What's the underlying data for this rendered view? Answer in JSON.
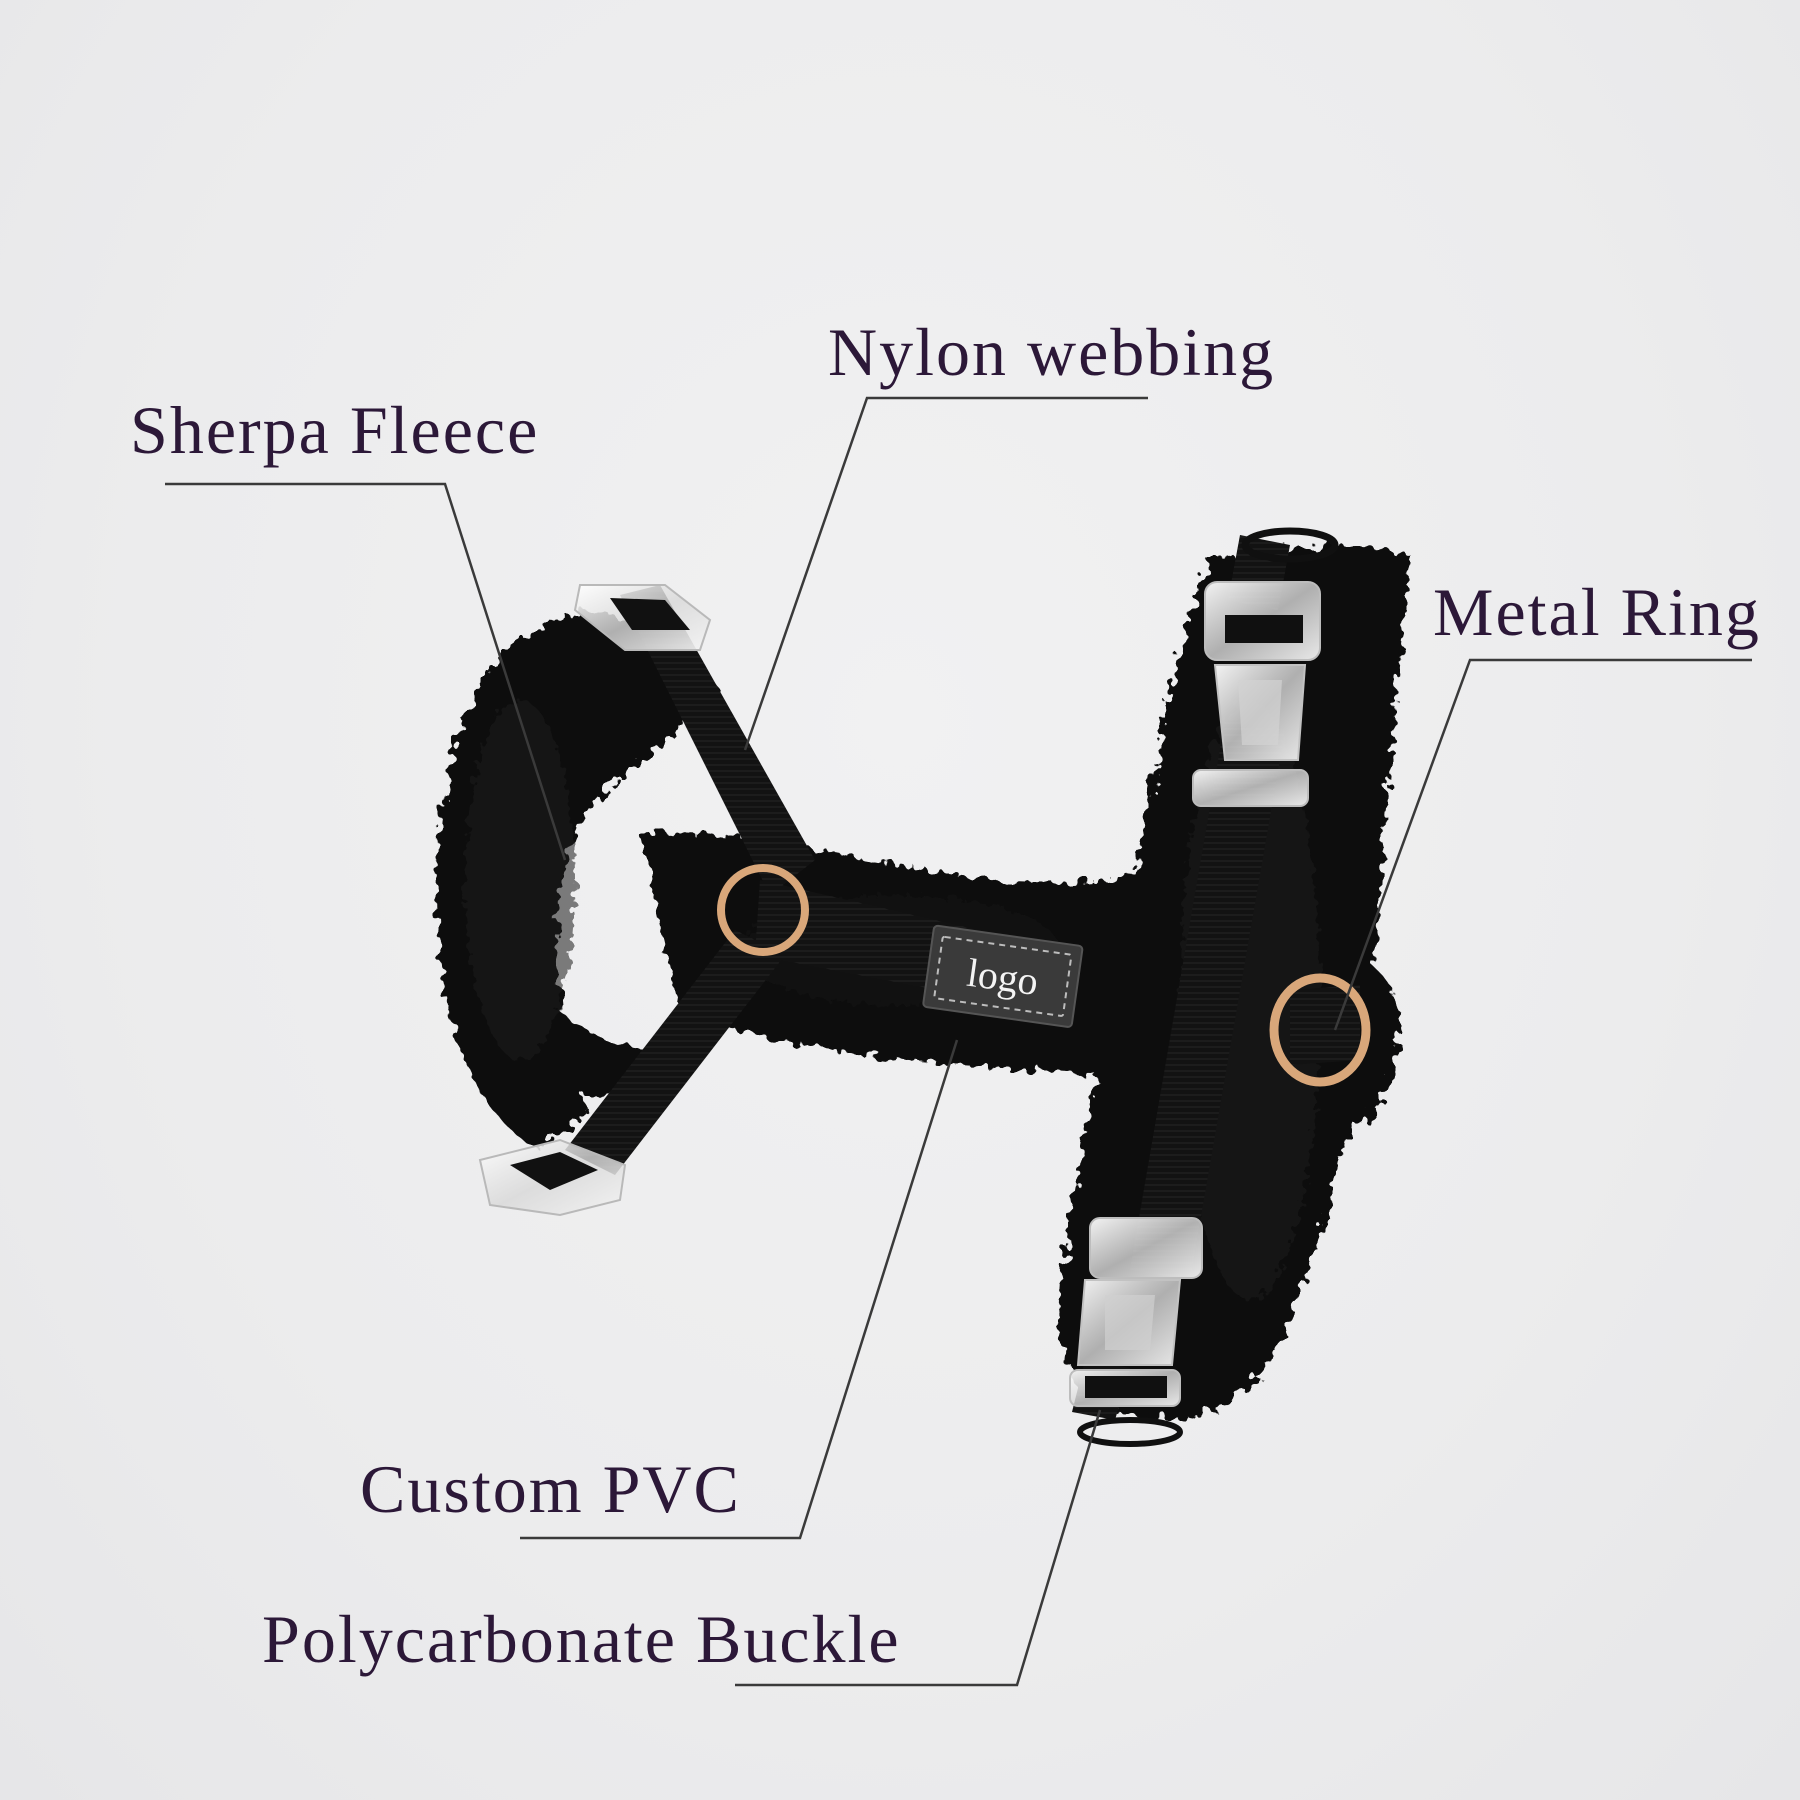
{
  "labels": {
    "nylon_webbing": "Nylon webbing",
    "sherpa_fleece": "Sherpa Fleece",
    "metal_ring": "Metal Ring",
    "custom_pvc": "Custom PVC",
    "polycarbonate_buckle": "Polycarbonate Buckle"
  },
  "product": {
    "patch_text": "logo"
  },
  "colors": {
    "background": "#ececed",
    "label_text": "#2c1838",
    "leader_line": "#3a3a3a",
    "fleece": "#0d0d0d",
    "webbing": "#111111",
    "ring": "#d9a77a"
  }
}
